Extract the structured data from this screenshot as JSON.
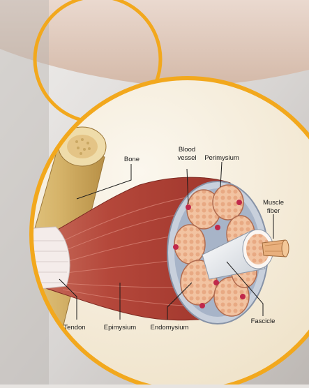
{
  "labels": {
    "bone": "Bone",
    "blood_vessel": [
      "Blood",
      "vessel"
    ],
    "perimysium": "Perimysium",
    "muscle_fiber": [
      "Muscle",
      "fiber"
    ],
    "fascicle": "Fascicle",
    "tendon": "Tendon",
    "epimysium": "Epimysium",
    "endomysium": "Endomysium"
  },
  "colors": {
    "ring": "#f2a81d",
    "muscle": "#b4473a",
    "bone": "#d6b46a",
    "fascicle_fill": "#f2c3a1",
    "vessel": "#c0284a",
    "sheath": "#9aa8bc"
  }
}
